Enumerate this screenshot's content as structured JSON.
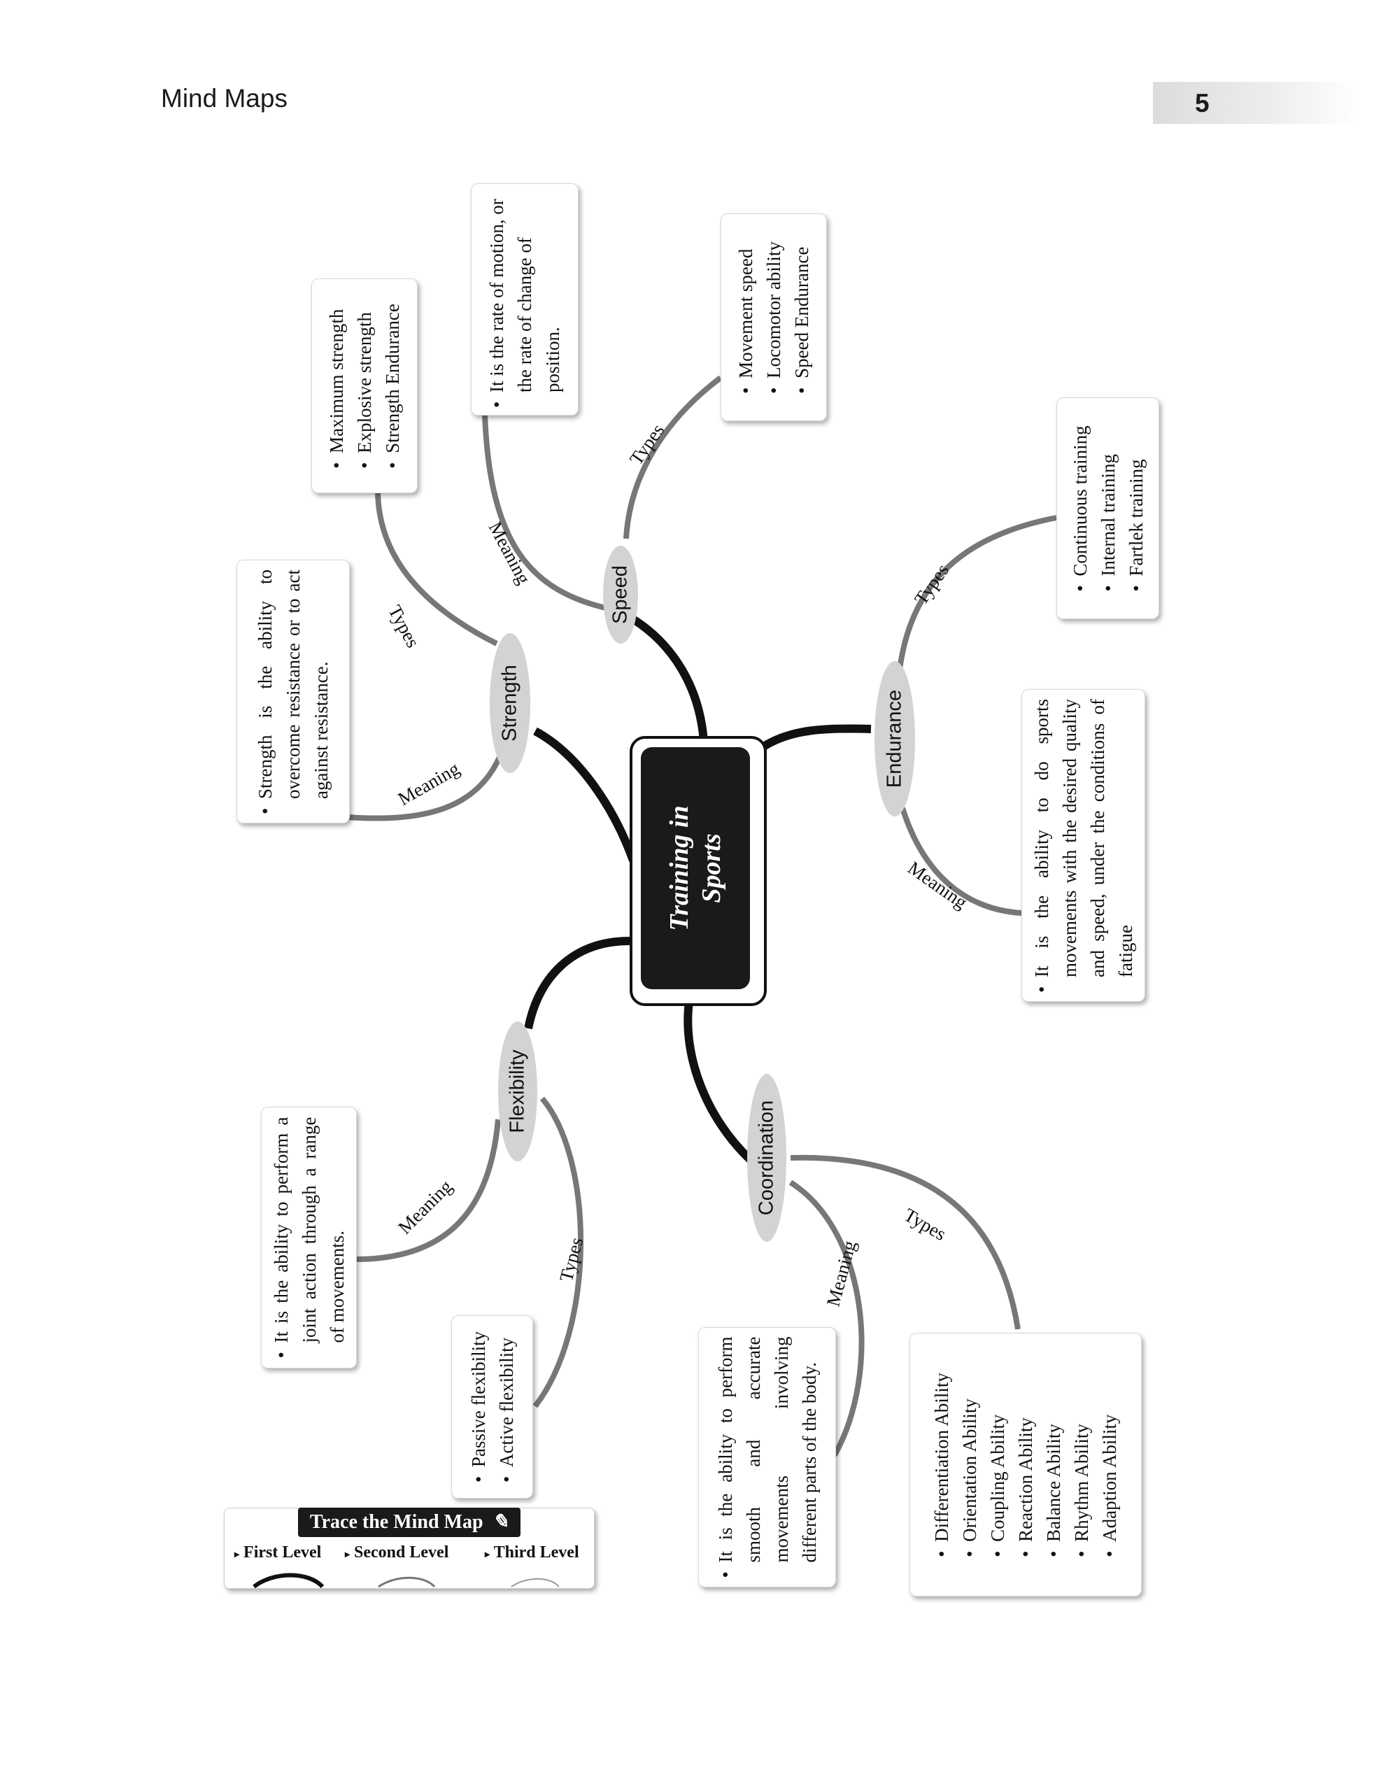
{
  "header": {
    "title": "Mind Maps",
    "page_number": "5"
  },
  "center": {
    "line1": "Training in",
    "line2": "Sports"
  },
  "nodes": {
    "speed": "Speed",
    "strength": "Strength",
    "endurance": "Endurance",
    "flexibility": "Flexibility",
    "coordination": "Coordination"
  },
  "labels": {
    "meaning": "Meaning",
    "types": "Types"
  },
  "cards": {
    "speed_meaning": "It is the rate of motion, or the rate of change of position.",
    "speed_types": [
      "Movement speed",
      "Locomotor ability",
      "Speed Endurance"
    ],
    "strength_meaning": "Strength is the ability to overcome resistance or to act against resistance.",
    "strength_types": [
      "Maximum strength",
      "Explosive strength",
      "Strength Endurance"
    ],
    "endurance_types": [
      "Continuous training",
      "Internal training",
      "Fartlek training"
    ],
    "endurance_meaning": "It is the ability to do sports movements with the desired quality and speed, under the conditions of fatigue",
    "flexibility_meaning": "It is the ability to perform a joint action through a range of movements.",
    "flexibility_types": [
      "Passive flexibility",
      "Active flexibility"
    ],
    "coordination_meaning": "It is the ability to perform smooth and accurate movements involving different parts of the body.",
    "coordination_types": [
      "Differentiation Ability",
      "Orientation Ability",
      "Coupling Ability",
      "Reaction Ability",
      "Balance Ability",
      "Rhythm Ability",
      "Adaption Ability"
    ]
  },
  "legend": {
    "title": "Trace the  Mind Map",
    "first": "First Level",
    "second": "Second Level",
    "third": "Third Level"
  },
  "colors": {
    "first_level": "#111111",
    "second_level": "#777777",
    "node_fill": "#d3d3d3"
  }
}
